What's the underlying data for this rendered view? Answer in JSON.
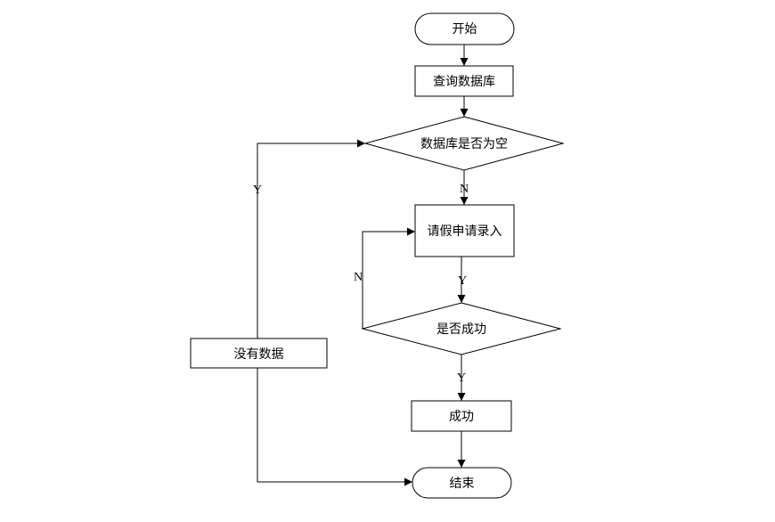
{
  "nodes": {
    "start": "开始",
    "query_db": "查询数据库",
    "db_empty_decision": "数据库是否为空",
    "leave_request_entry": "请假申请录入",
    "success_decision": "是否成功",
    "success": "成功",
    "no_data": "没有数据",
    "end": "结束"
  },
  "edge_labels": {
    "empty_no": "N",
    "empty_yes": "Y",
    "entry_to_check": "Y",
    "success_no": "N",
    "success_yes": "Y"
  }
}
